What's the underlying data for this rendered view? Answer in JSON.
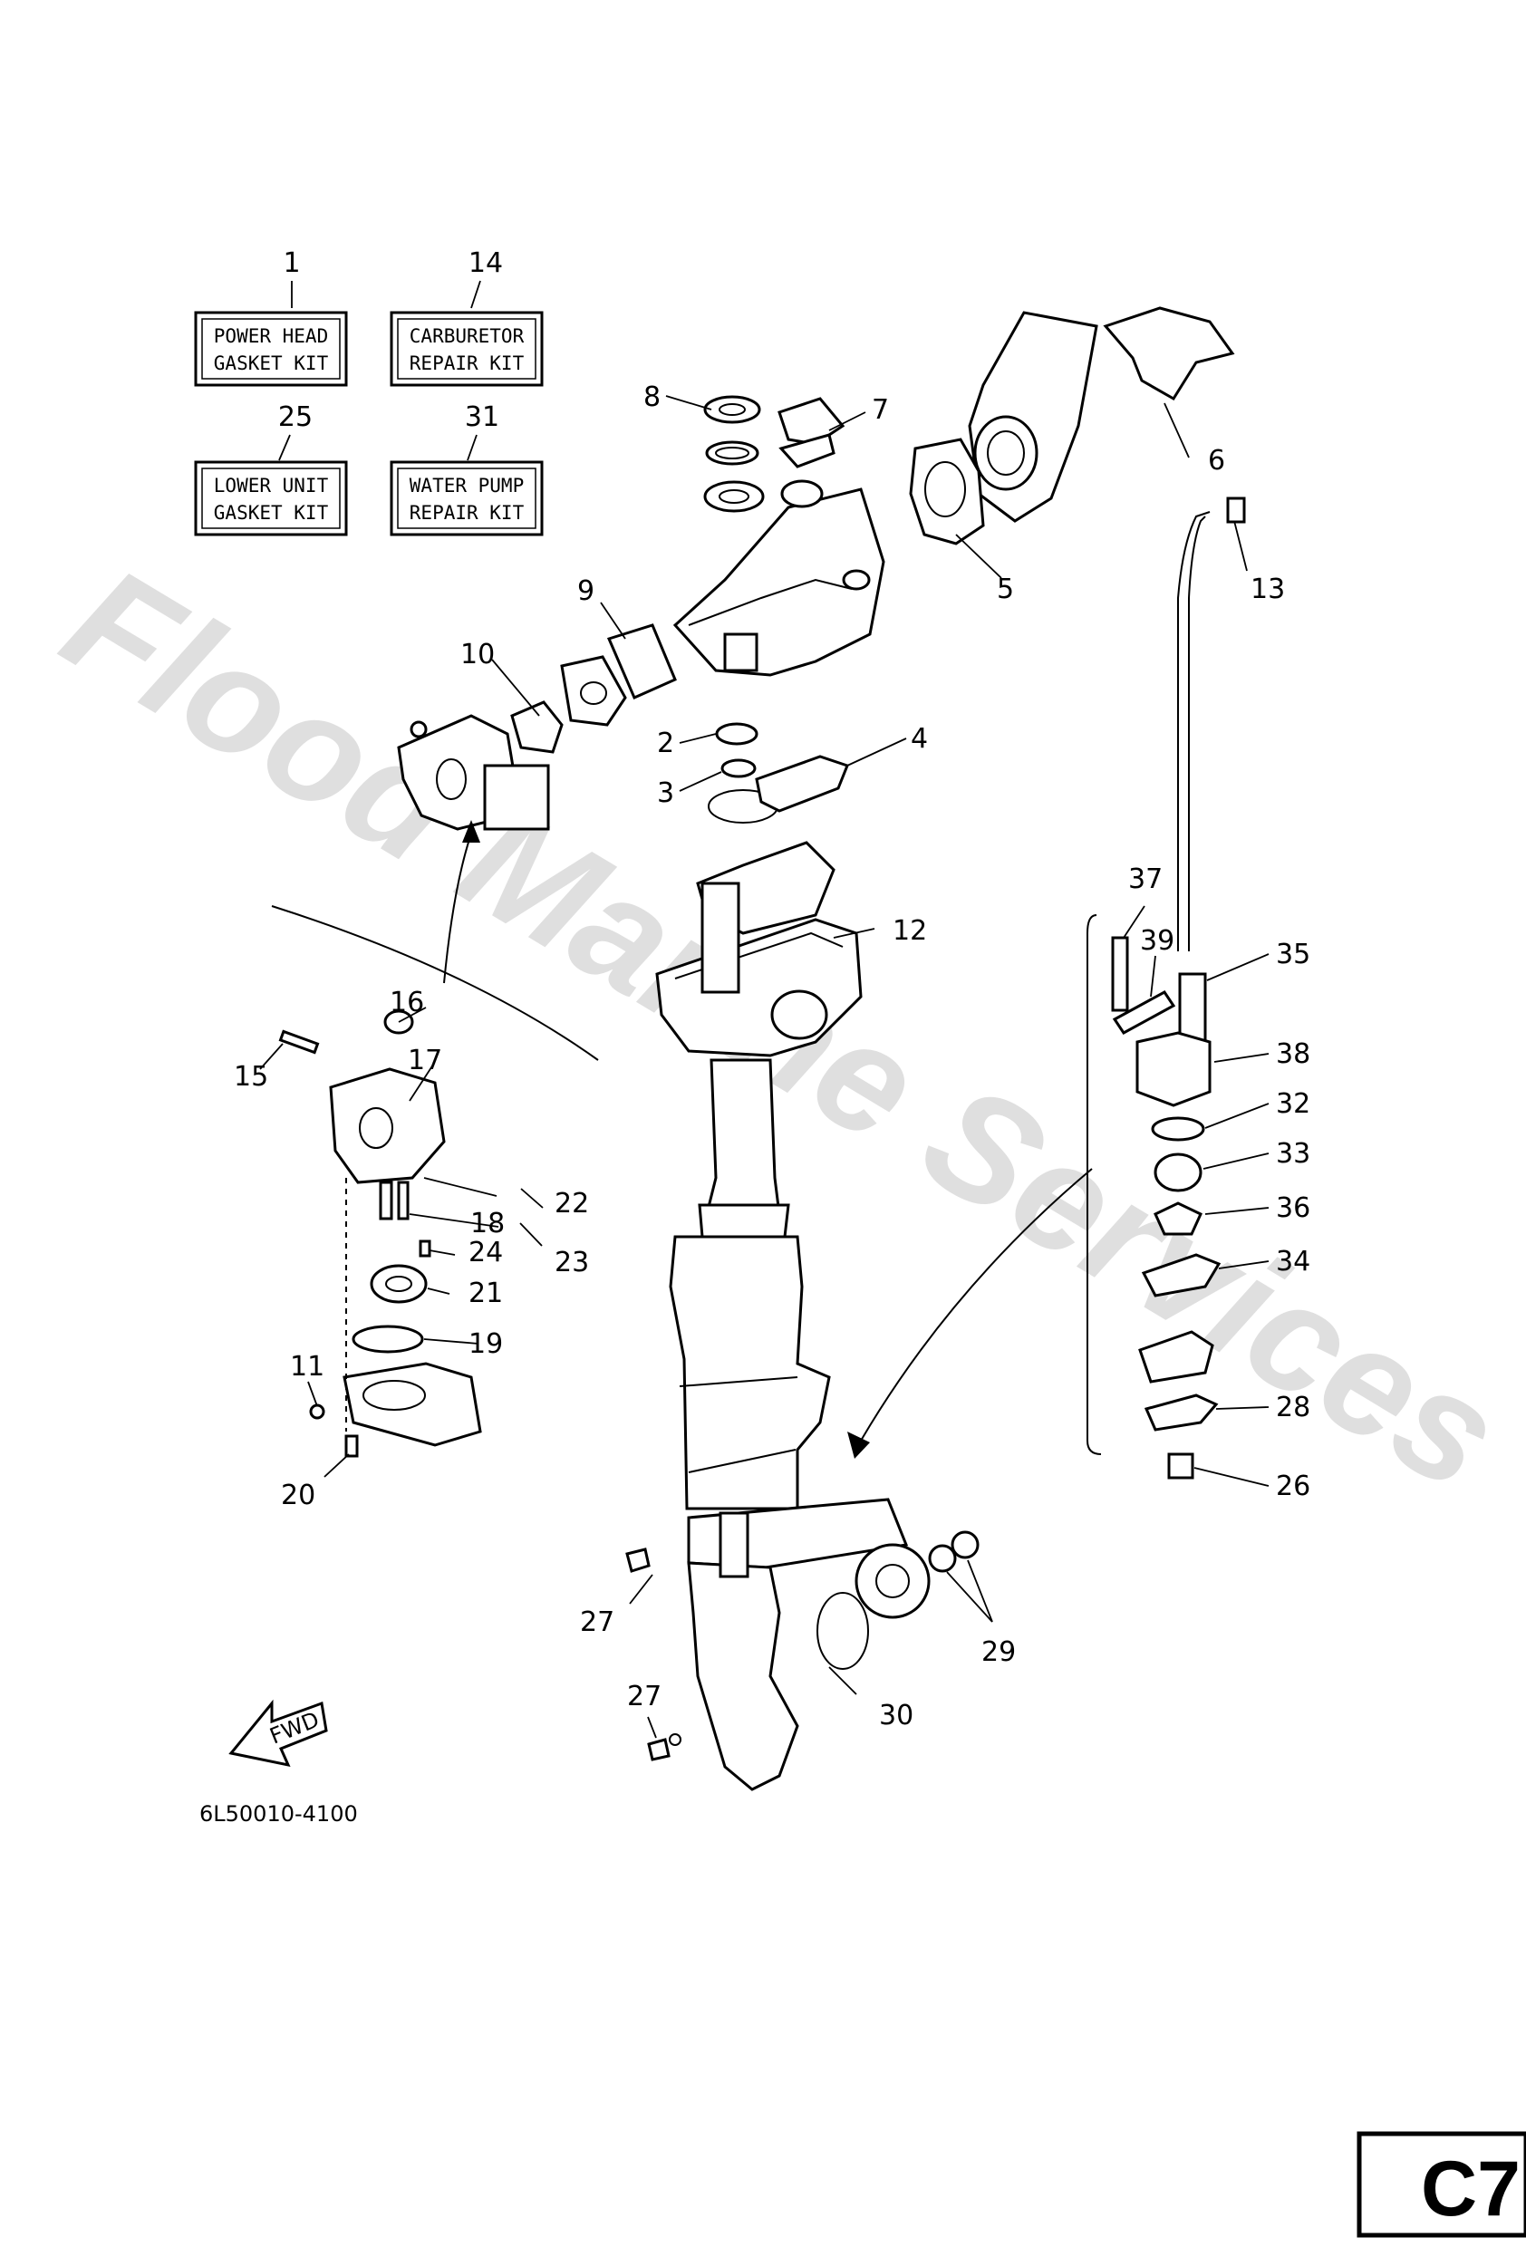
{
  "watermark": "Flood Marine Services",
  "drawing_code": "6L50010-4100",
  "page_code": "C7",
  "fwd_label": "FWD",
  "kits": [
    {
      "number": "1",
      "line1": "POWER HEAD",
      "line2": "GASKET KIT"
    },
    {
      "number": "14",
      "line1": "CARBURETOR",
      "line2": "REPAIR KIT"
    },
    {
      "number": "25",
      "line1": "LOWER UNIT",
      "line2": "GASKET KIT"
    },
    {
      "number": "31",
      "line1": "WATER PUMP",
      "line2": "REPAIR KIT"
    }
  ],
  "callouts": {
    "c2": "2",
    "c3": "3",
    "c4": "4",
    "c5": "5",
    "c6": "6",
    "c7": "7",
    "c8": "8",
    "c9": "9",
    "c10": "10",
    "c11": "11",
    "c12": "12",
    "c13": "13",
    "c15": "15",
    "c16": "16",
    "c17": "17",
    "c18": "18",
    "c19": "19",
    "c20": "20",
    "c21": "21",
    "c22": "22",
    "c23": "23",
    "c24": "24",
    "c26": "26",
    "c27a": "27",
    "c27b": "27",
    "c28": "28",
    "c29": "29",
    "c30": "30",
    "c32": "32",
    "c33": "33",
    "c34": "34",
    "c35": "35",
    "c36": "36",
    "c37": "37",
    "c38": "38",
    "c39": "39"
  }
}
